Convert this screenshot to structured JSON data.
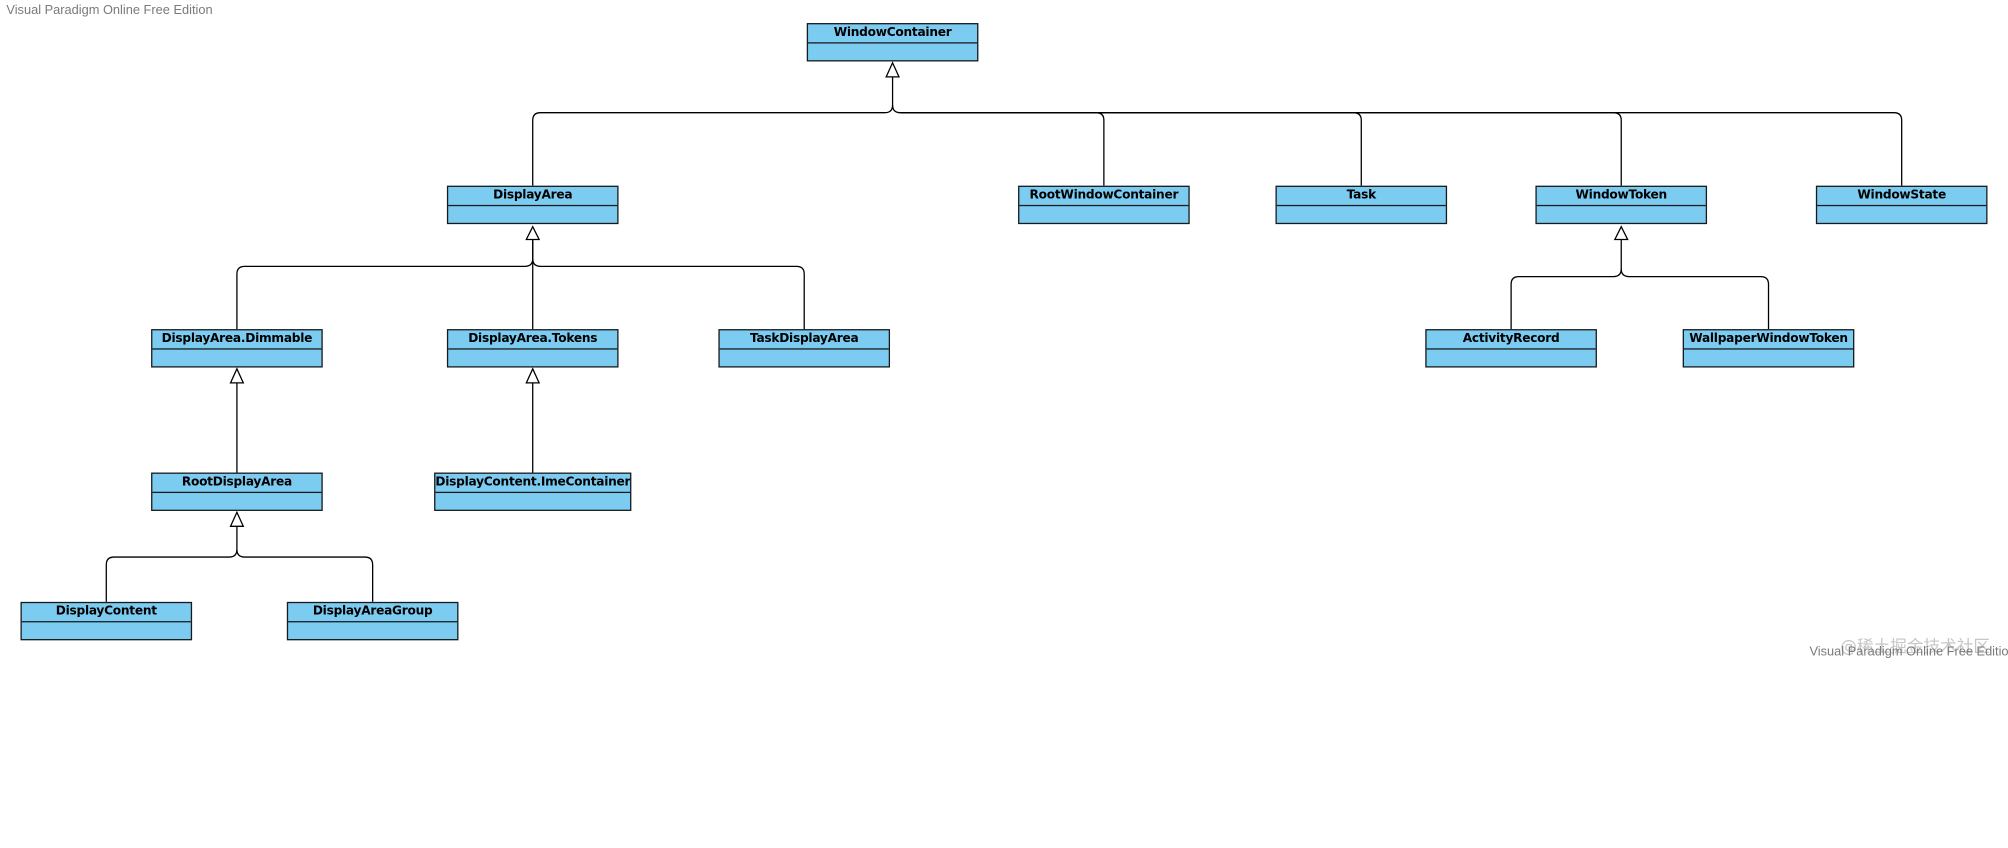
{
  "watermarks": {
    "top_left": "Visual Paradigm Online Free Edition",
    "bottom_right": "Visual Paradigm Online Free Edition",
    "bottom_right_cn": "@稀土掘金技术社区"
  },
  "classes": {
    "windowContainer": "WindowContainer",
    "displayArea": "DisplayArea",
    "rootWindowContainer": "RootWindowContainer",
    "task": "Task",
    "windowToken": "WindowToken",
    "windowState": "WindowState",
    "displayAreaDimmable": "DisplayArea.Dimmable",
    "displayAreaTokens": "DisplayArea.Tokens",
    "taskDisplayArea": "TaskDisplayArea",
    "activityRecord": "ActivityRecord",
    "wallpaperWindowToken": "WallpaperWindowToken",
    "rootDisplayArea": "RootDisplayArea",
    "displayContentImeContainer": "DisplayContent.ImeContainer",
    "displayContent": "DisplayContent",
    "displayAreaGroup": "DisplayAreaGroup"
  },
  "colors": {
    "class_fill": "#7ccbf1",
    "line": "#000000"
  },
  "relationships": [
    {
      "child": "DisplayArea",
      "parent": "WindowContainer",
      "type": "generalization"
    },
    {
      "child": "RootWindowContainer",
      "parent": "WindowContainer",
      "type": "generalization"
    },
    {
      "child": "Task",
      "parent": "WindowContainer",
      "type": "generalization"
    },
    {
      "child": "WindowToken",
      "parent": "WindowContainer",
      "type": "generalization"
    },
    {
      "child": "WindowState",
      "parent": "WindowContainer",
      "type": "generalization"
    },
    {
      "child": "DisplayArea.Dimmable",
      "parent": "DisplayArea",
      "type": "generalization"
    },
    {
      "child": "DisplayArea.Tokens",
      "parent": "DisplayArea",
      "type": "generalization"
    },
    {
      "child": "TaskDisplayArea",
      "parent": "DisplayArea",
      "type": "generalization"
    },
    {
      "child": "ActivityRecord",
      "parent": "WindowToken",
      "type": "generalization"
    },
    {
      "child": "WallpaperWindowToken",
      "parent": "WindowToken",
      "type": "generalization"
    },
    {
      "child": "RootDisplayArea",
      "parent": "DisplayArea.Dimmable",
      "type": "generalization"
    },
    {
      "child": "DisplayContent.ImeContainer",
      "parent": "DisplayArea.Tokens",
      "type": "generalization"
    },
    {
      "child": "DisplayContent",
      "parent": "RootDisplayArea",
      "type": "generalization"
    },
    {
      "child": "DisplayAreaGroup",
      "parent": "RootDisplayArea",
      "type": "generalization"
    }
  ]
}
